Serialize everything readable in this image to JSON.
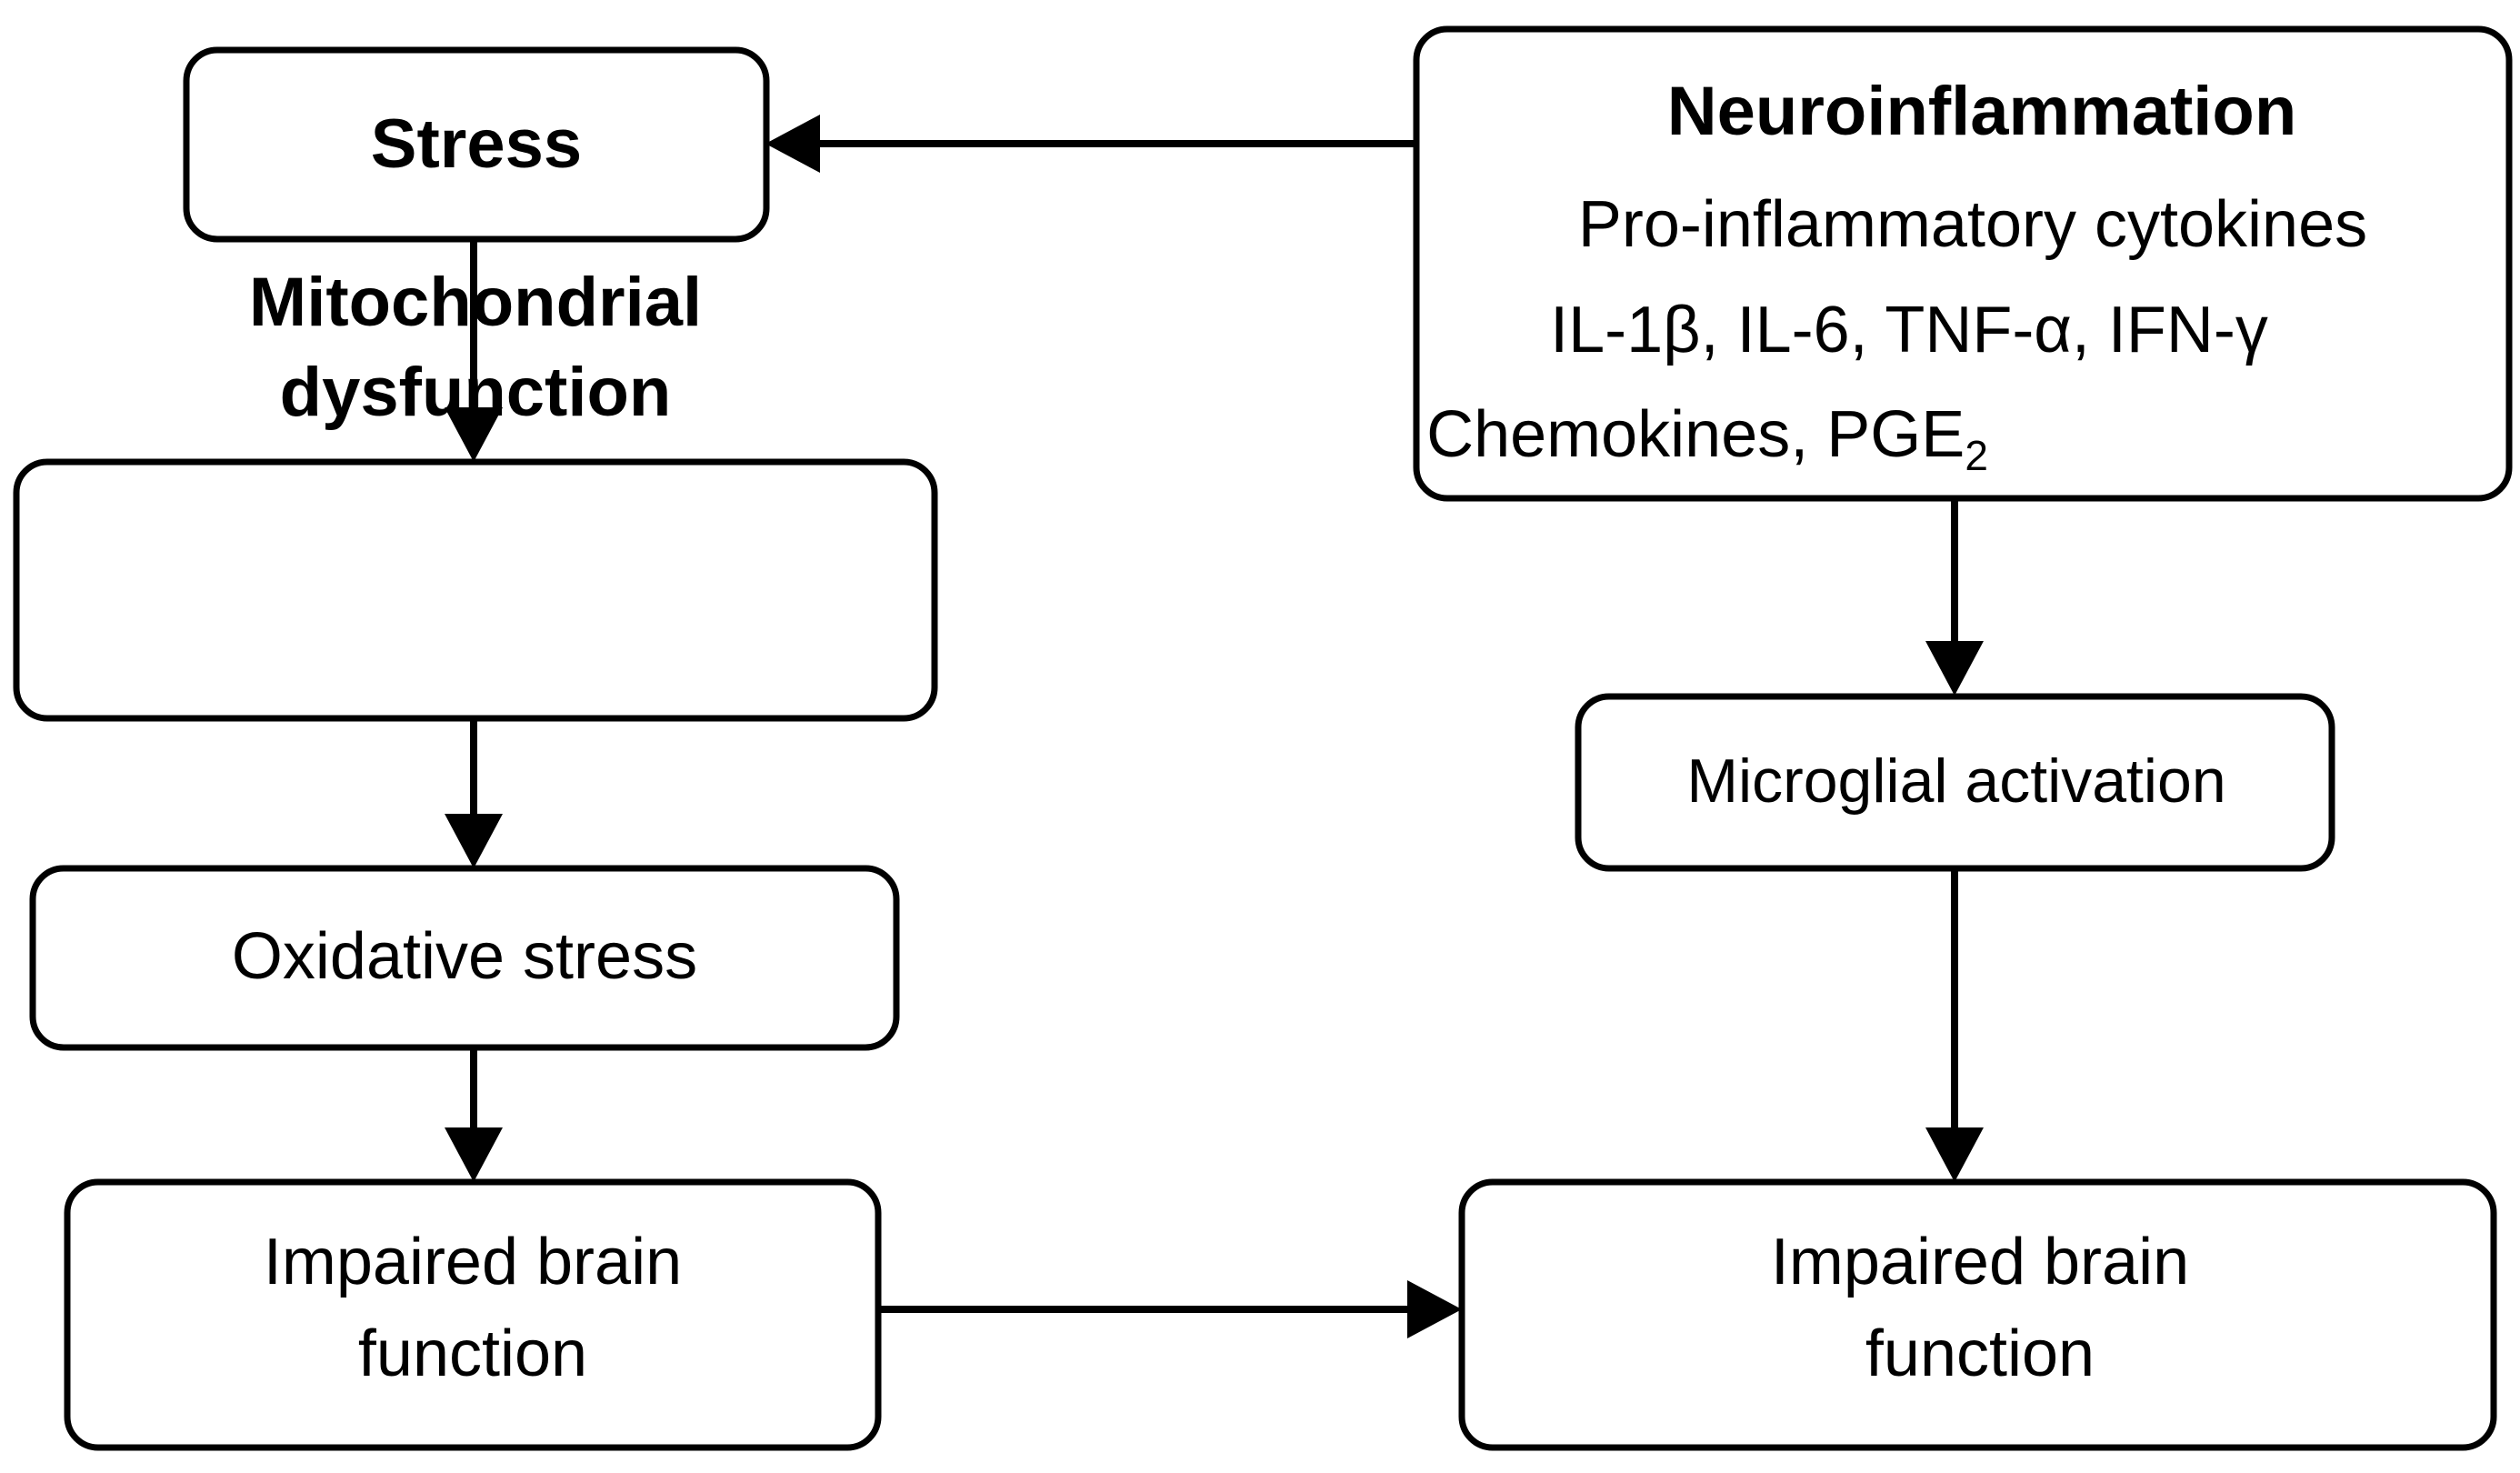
{
  "diagram": {
    "title": "Stress, mitochondrial dysfunction and neuroinflammation pathways to impaired brain function",
    "type": "flowchart",
    "colors": {
      "background": "#ffffff",
      "box_fill": "#ffffff",
      "stroke": "#000000",
      "text": "#000000"
    },
    "nodes": [
      {
        "id": "stress",
        "label": "Stress",
        "bold": true,
        "column": "left"
      },
      {
        "id": "mitochondrial-dysfunction",
        "label_line1": "Mitochondrial",
        "label_line2": "dysfunction",
        "bold": true,
        "column": "left"
      },
      {
        "id": "oxidative-stress",
        "label": "Oxidative stress",
        "bold": false,
        "column": "left"
      },
      {
        "id": "impaired-brain-function-left",
        "label_line1": "Impaired brain",
        "label_line2": "function",
        "bold": false,
        "column": "left"
      },
      {
        "id": "neuroinflammation",
        "heading": "Neuroinflammation",
        "line1": "Pro-inflammatory cytokines",
        "line2_parts": [
          "IL-1",
          "β",
          ", IL-6, TNF-",
          "α",
          ", IFN-",
          "γ"
        ],
        "line2_plain": "IL-1β, IL-6, TNF-α, IFN-γ",
        "line3_main": "Chemokines, PGE",
        "line3_subscript": "2",
        "bold_heading": true,
        "column": "right"
      },
      {
        "id": "microglial-activation",
        "label": "Microglial activation",
        "bold": false,
        "column": "right"
      },
      {
        "id": "impaired-brain-function-right",
        "label_line1": "Impaired brain",
        "label_line2": "function",
        "bold": false,
        "column": "right"
      }
    ],
    "edges": [
      {
        "id": "neuroinflammation-to-stress",
        "from": "neuroinflammation",
        "to": "stress",
        "direction": "left"
      },
      {
        "id": "stress-to-mitochondrial",
        "from": "stress",
        "to": "mitochondrial-dysfunction",
        "direction": "down"
      },
      {
        "id": "mitochondrial-to-oxidative",
        "from": "mitochondrial-dysfunction",
        "to": "oxidative-stress",
        "direction": "down"
      },
      {
        "id": "oxidative-to-impaired-left",
        "from": "oxidative-stress",
        "to": "impaired-brain-function-left",
        "direction": "down"
      },
      {
        "id": "neuroinflammation-to-microglial",
        "from": "neuroinflammation",
        "to": "microglial-activation",
        "direction": "down"
      },
      {
        "id": "microglial-to-impaired-right",
        "from": "microglial-activation",
        "to": "impaired-brain-function-right",
        "direction": "down"
      },
      {
        "id": "impaired-left-to-impaired-right",
        "from": "impaired-brain-function-left",
        "to": "impaired-brain-function-right",
        "direction": "right"
      }
    ]
  }
}
